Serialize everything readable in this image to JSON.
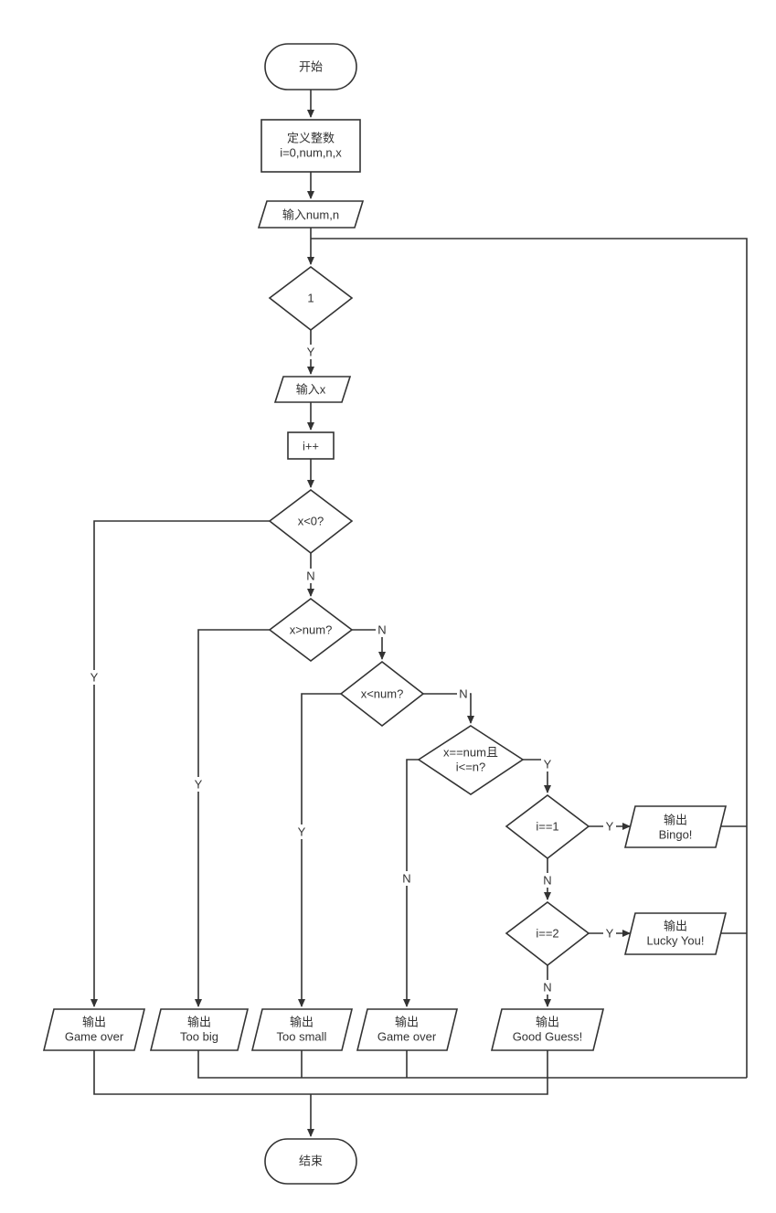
{
  "colors": {
    "stroke": "#333333",
    "fill": "#ffffff",
    "text": "#333333"
  },
  "nodes": {
    "start": {
      "text": "开始"
    },
    "define": {
      "line1": "定义整数",
      "line2": "i=0,num,n,x"
    },
    "input_num": {
      "text": "输入num,n"
    },
    "loop_cond": {
      "text": "1"
    },
    "input_x": {
      "text": "输入x"
    },
    "increment": {
      "text": "i++"
    },
    "check_neg": {
      "text": "x<0?"
    },
    "check_big": {
      "text": "x>num?"
    },
    "check_small": {
      "text": "x<num?"
    },
    "check_equal": {
      "line1": "x==num且",
      "line2": "i<=n?"
    },
    "check_i1": {
      "text": "i==1"
    },
    "check_i2": {
      "text": "i==2"
    },
    "out_bingo": {
      "line1": "输出",
      "line2": "Bingo!"
    },
    "out_lucky": {
      "line1": "输出",
      "line2": "Lucky You!"
    },
    "out_gameover1": {
      "line1": "输出",
      "line2": "Game over"
    },
    "out_toobig": {
      "line1": "输出",
      "line2": "Too big"
    },
    "out_toosmall": {
      "line1": "输出",
      "line2": "Too small"
    },
    "out_gameover2": {
      "line1": "输出",
      "line2": "Game over"
    },
    "out_goodguess": {
      "line1": "输出",
      "line2": "Good Guess!"
    },
    "end": {
      "text": "结束"
    }
  },
  "edge_labels": {
    "loop_yes": "Y",
    "neg_yes": "Y",
    "neg_no": "N",
    "big_yes": "Y",
    "big_no": "N",
    "small_yes": "Y",
    "small_no": "N",
    "equal_yes": "Y",
    "equal_no": "N",
    "i1_yes": "Y",
    "i1_no": "N",
    "i2_yes": "Y",
    "i2_no": "N"
  }
}
